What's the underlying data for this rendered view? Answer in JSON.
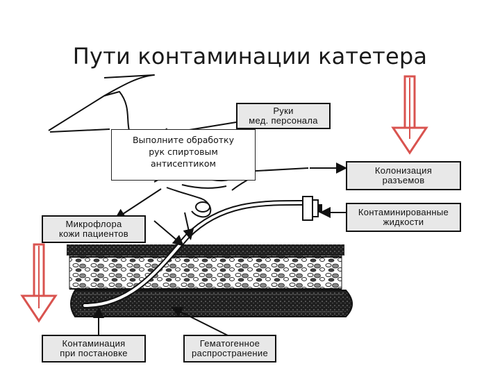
{
  "title": "Пути контаминации катетера",
  "callout": {
    "lines": [
      "Выполните обработку",
      "рук спиртовым",
      "антисептиком"
    ]
  },
  "labels": {
    "hands": [
      "Руки",
      "мед. персонала"
    ],
    "hub": [
      "Колонизация",
      "разъемов"
    ],
    "fluids": [
      "Контаминированные",
      "жидкости"
    ],
    "skin": [
      "Микрофлора",
      "кожи пациентов"
    ],
    "insertion": [
      "Контаминация",
      "при постановке"
    ],
    "hematogenous": [
      "Гематогенное",
      "распространение"
    ]
  },
  "colors": {
    "arrow_red": "#d9534f",
    "label_fill": "#e8e8e8",
    "line": "#111111"
  }
}
